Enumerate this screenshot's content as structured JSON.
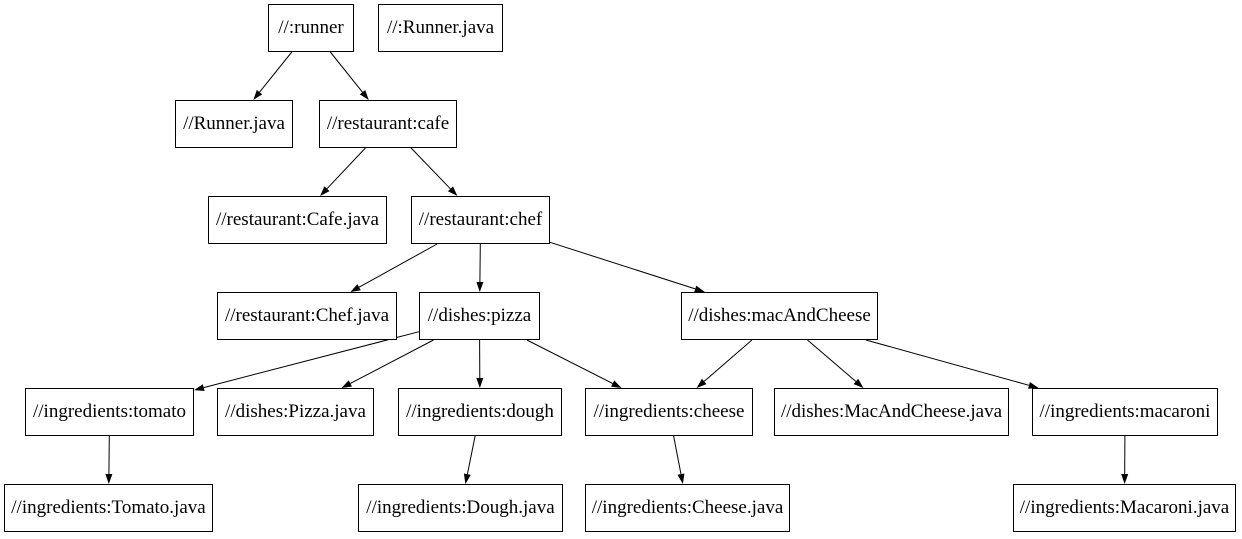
{
  "diagram": {
    "type": "directed-dependency-graph",
    "colors": {
      "background": "#ffffff",
      "node_fill": "#ffffff",
      "node_border": "#000000",
      "edge": "#000000",
      "text": "#000000"
    },
    "nodes": [
      {
        "id": "runner",
        "label": "//:runner"
      },
      {
        "id": "runner_java_root",
        "label": "//:Runner.java"
      },
      {
        "id": "runner_java",
        "label": "//Runner.java"
      },
      {
        "id": "cafe",
        "label": "//restaurant:cafe"
      },
      {
        "id": "cafe_java",
        "label": "//restaurant:Cafe.java"
      },
      {
        "id": "chef",
        "label": "//restaurant:chef"
      },
      {
        "id": "chef_java",
        "label": "//restaurant:Chef.java"
      },
      {
        "id": "pizza",
        "label": "//dishes:pizza"
      },
      {
        "id": "mac_and_cheese",
        "label": "//dishes:macAndCheese"
      },
      {
        "id": "tomato",
        "label": "//ingredients:tomato"
      },
      {
        "id": "pizza_java",
        "label": "//dishes:Pizza.java"
      },
      {
        "id": "dough",
        "label": "//ingredients:dough"
      },
      {
        "id": "cheese",
        "label": "//ingredients:cheese"
      },
      {
        "id": "mac_and_cheese_java",
        "label": "//dishes:MacAndCheese.java"
      },
      {
        "id": "macaroni",
        "label": "//ingredients:macaroni"
      },
      {
        "id": "tomato_java",
        "label": "//ingredients:Tomato.java"
      },
      {
        "id": "dough_java",
        "label": "//ingredients:Dough.java"
      },
      {
        "id": "cheese_java",
        "label": "//ingredients:Cheese.java"
      },
      {
        "id": "macaroni_java",
        "label": "//ingredients:Macaroni.java"
      }
    ],
    "edges": [
      {
        "from": "runner",
        "to": "runner_java"
      },
      {
        "from": "runner",
        "to": "cafe"
      },
      {
        "from": "cafe",
        "to": "cafe_java"
      },
      {
        "from": "cafe",
        "to": "chef"
      },
      {
        "from": "chef",
        "to": "chef_java"
      },
      {
        "from": "chef",
        "to": "pizza"
      },
      {
        "from": "chef",
        "to": "mac_and_cheese"
      },
      {
        "from": "pizza",
        "to": "tomato"
      },
      {
        "from": "pizza",
        "to": "pizza_java"
      },
      {
        "from": "pizza",
        "to": "dough"
      },
      {
        "from": "pizza",
        "to": "cheese"
      },
      {
        "from": "mac_and_cheese",
        "to": "cheese"
      },
      {
        "from": "mac_and_cheese",
        "to": "mac_and_cheese_java"
      },
      {
        "from": "mac_and_cheese",
        "to": "macaroni"
      },
      {
        "from": "tomato",
        "to": "tomato_java"
      },
      {
        "from": "dough",
        "to": "dough_java"
      },
      {
        "from": "cheese",
        "to": "cheese_java"
      },
      {
        "from": "macaroni",
        "to": "macaroni_java"
      }
    ]
  }
}
